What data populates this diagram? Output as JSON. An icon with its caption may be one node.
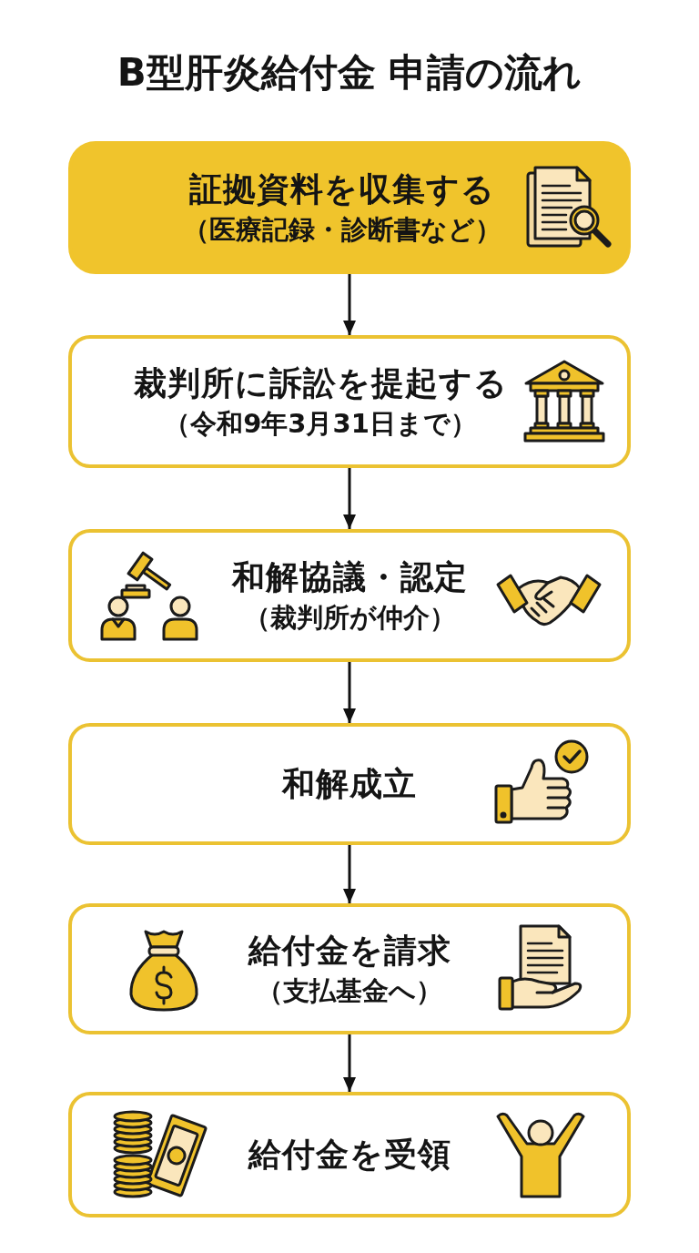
{
  "diagram": {
    "title": "B型肝炎給付金 申請の流れ",
    "nodes": [
      {
        "text": [
          "証拠資料を収集する",
          "（医療記録・診断書など）"
        ]
      },
      {
        "text": [
          "裁判所に訴訟を提起する",
          "（令和9年3月31日まで）"
        ]
      },
      {
        "text": [
          "和解協議・認定",
          "（裁判所が仲介）"
        ]
      },
      {
        "text": [
          "和解成立"
        ]
      },
      {
        "text": [
          "給付金を請求",
          "（支払基金へ）"
        ]
      },
      {
        "text": [
          "給付金を受領"
        ]
      }
    ],
    "edges": [
      {
        "from": 0,
        "to": 1,
        "arrow": "to"
      },
      {
        "from": 1,
        "to": 2,
        "arrow": "to"
      },
      {
        "from": 2,
        "to": 3,
        "arrow": "to"
      },
      {
        "from": 3,
        "to": 4,
        "arrow": "to"
      },
      {
        "from": 4,
        "to": 5,
        "arrow": "to"
      }
    ]
  }
}
